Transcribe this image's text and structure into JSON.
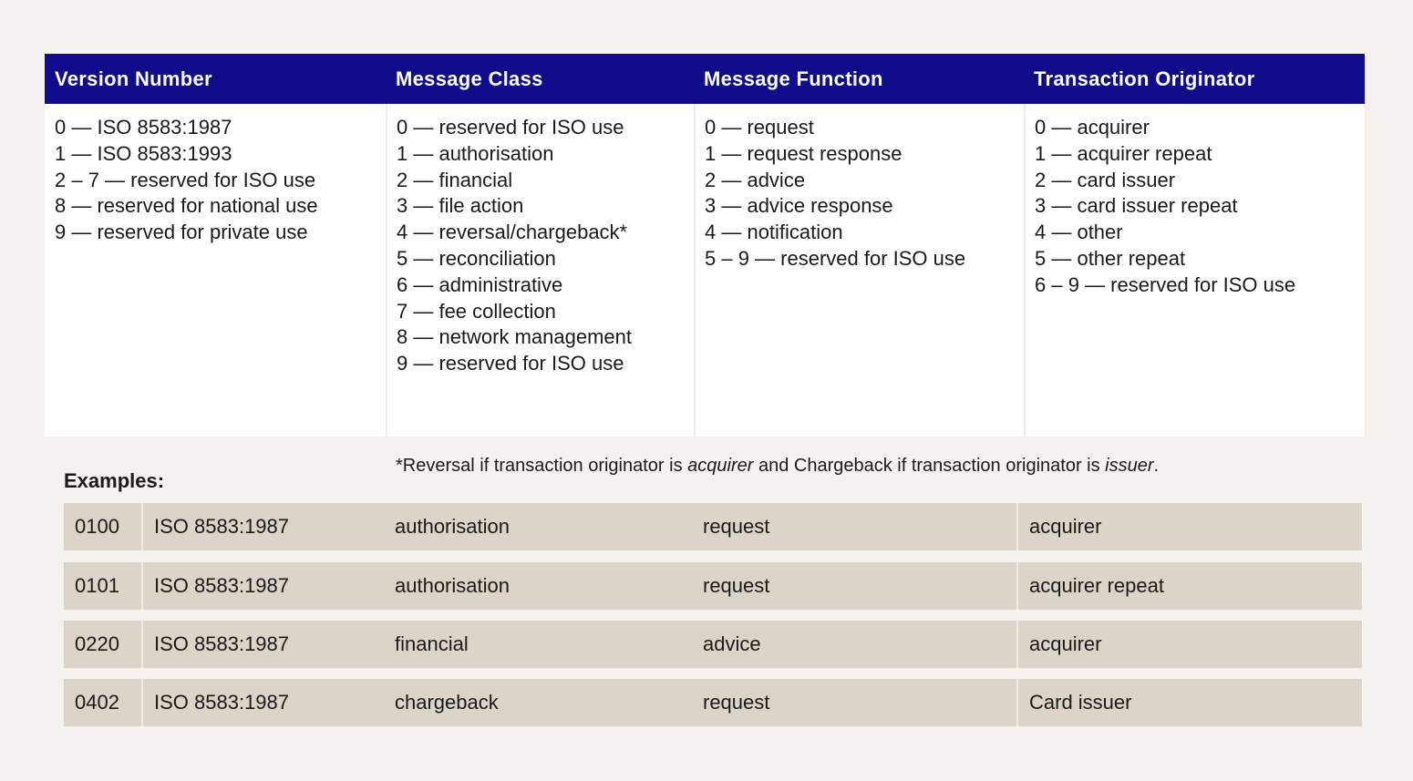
{
  "headers": [
    "Version Number",
    "Message Class",
    "Message Function",
    "Transaction Originator"
  ],
  "columns": [
    [
      "0 — ISO 8583:1987",
      "1 — ISO 8583:1993",
      "2 – 7 — reserved for ISO use",
      "8 — reserved for national use",
      "9 — reserved for private use"
    ],
    [
      "0 — reserved for ISO use",
      "1 — authorisation",
      "2 — financial",
      "3 — file action",
      "4 — reversal/chargeback*",
      "5 — reconciliation",
      "6 — administrative",
      "7 — fee collection",
      "8 — network management",
      "9 — reserved for ISO use"
    ],
    [
      "0 — request",
      "1 — request response",
      "2 — advice",
      "3 — advice response",
      "4 — notification",
      "5 – 9 — reserved for ISO use"
    ],
    [
      "0 — acquirer",
      "1 — acquirer repeat",
      "2 — card issuer",
      "3 — card issuer repeat",
      "4 — other",
      "5 — other repeat",
      "6 – 9 — reserved for ISO use"
    ]
  ],
  "footnote": {
    "part1": "*Reversal if transaction originator is ",
    "em1": "acquirer",
    "part2": " and Chargeback if transaction originator is ",
    "em2": "issuer",
    "part3": "."
  },
  "examples_label": "Examples:",
  "examples": [
    [
      "0100",
      "ISO 8583:1987",
      "authorisation",
      "request",
      "acquirer"
    ],
    [
      "0101",
      "ISO 8583:1987",
      "authorisation",
      "request",
      "acquirer repeat"
    ],
    [
      "0220",
      "ISO 8583:1987",
      "financial",
      "advice",
      "acquirer"
    ],
    [
      "0402",
      "ISO 8583:1987",
      "chargeback",
      "request",
      "Card issuer"
    ]
  ],
  "colors": {
    "header_bg": "#100c8c",
    "example_row_bg": "#dcd3c9",
    "page_bg": "#f4f1ee"
  }
}
